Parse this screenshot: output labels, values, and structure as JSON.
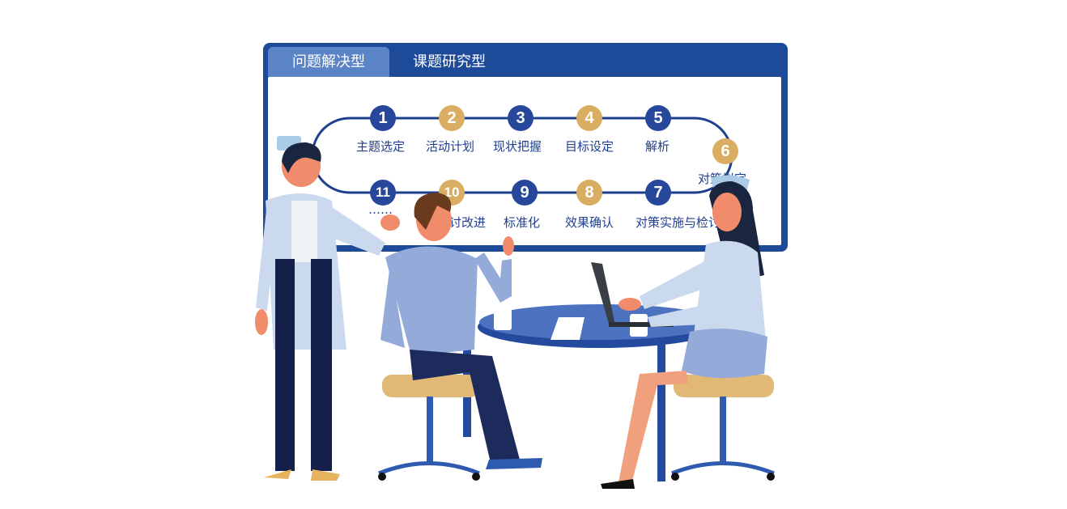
{
  "tabs": [
    {
      "label": "问题解决型"
    },
    {
      "label": "课题研究型"
    }
  ],
  "steps": [
    {
      "num": "1",
      "label": "主题选定"
    },
    {
      "num": "2",
      "label": "活动计划"
    },
    {
      "num": "3",
      "label": "现状把握"
    },
    {
      "num": "4",
      "label": "目标设定"
    },
    {
      "num": "5",
      "label": "解析"
    },
    {
      "num": "6",
      "label": "对策拟定"
    },
    {
      "num": "7",
      "label": "对策实施与检讨"
    },
    {
      "num": "8",
      "label": "效果确认"
    },
    {
      "num": "9",
      "label": "标准化"
    },
    {
      "num": "10",
      "label": "检讨改进"
    },
    {
      "num": "11",
      "label": "……"
    }
  ],
  "colors": {
    "board": "#1e4a9a",
    "tab_active": "#5b84c6",
    "step_blue": "#27489a",
    "step_gold": "#d9ad62"
  }
}
